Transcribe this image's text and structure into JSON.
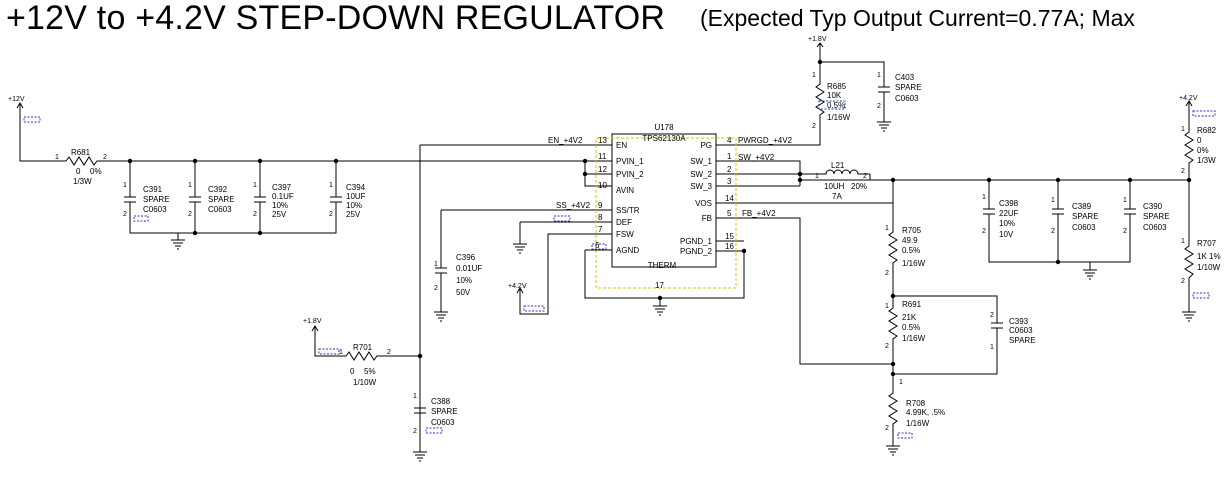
{
  "title": {
    "main": "+12V to +4.2V STEP-DOWN REGULATOR",
    "sub": "(Expected Typ Output Current=0.77A; Max"
  },
  "rails": {
    "v12": "+12V",
    "v18_top": "+1.8V",
    "v18_left": "+1.8V",
    "v42_right": "+4.2V",
    "v42_mid": "+4.2V"
  },
  "ic": {
    "ref": "U178",
    "part": "TPS62130A",
    "therm": "THERM",
    "left_pins": [
      {
        "num": "13",
        "name": "EN"
      },
      {
        "num": "11",
        "name": "PVIN_1"
      },
      {
        "num": "12",
        "name": "PVIN_2"
      },
      {
        "num": "10",
        "name": "AVIN"
      },
      {
        "num": "9",
        "name": "SS/TR"
      },
      {
        "num": "8",
        "name": "DEF"
      },
      {
        "num": "7",
        "name": "FSW"
      },
      {
        "num": "6",
        "name": "AGND"
      }
    ],
    "right_pins": [
      {
        "num": "4",
        "name": "PG"
      },
      {
        "num": "1",
        "name": "SW_1"
      },
      {
        "num": "2",
        "name": "SW_2"
      },
      {
        "num": "3",
        "name": "SW_3"
      },
      {
        "num": "14",
        "name": "VOS"
      },
      {
        "num": "5",
        "name": "FB"
      },
      {
        "num": "15",
        "name": "PGND_1"
      },
      {
        "num": "16",
        "name": "PGND_2"
      }
    ],
    "therm_pin": "17"
  },
  "nets": {
    "en": "EN_+4V2",
    "pwrgd": "PWRGD_+4V2",
    "sw": "SW_+4V2",
    "ss": "SS_+4V2",
    "fb": "FB_+4V2"
  },
  "parts": {
    "r681": {
      "ref": "R681",
      "v1": "0",
      "v2": "0%",
      "v3": "1/3W",
      "p1": "1",
      "p2": "2"
    },
    "c391": {
      "ref": "C391",
      "v1": "SPARE",
      "v2": "C0603",
      "p1": "1",
      "p2": "2"
    },
    "c392": {
      "ref": "C392",
      "v1": "SPARE",
      "v2": "C0603",
      "p1": "1",
      "p2": "2"
    },
    "c397": {
      "ref": "C397",
      "v1": "0.1UF",
      "v2": "10%",
      "v3": "25V",
      "p1": "1",
      "p2": "2"
    },
    "c394": {
      "ref": "C394",
      "v1": "10UF",
      "v2": "10%",
      "v3": "25V",
      "p1": "1",
      "p2": "2"
    },
    "r685": {
      "ref": "R685",
      "v1": "10K",
      "v2": "0.5%",
      "v3": "1/16W",
      "p1": "1",
      "p2": "2"
    },
    "c403": {
      "ref": "C403",
      "v1": "SPARE",
      "v2": "C0603",
      "p1": "1",
      "p2": "2"
    },
    "r682": {
      "ref": "R682",
      "v1": "0",
      "v2": "0%",
      "v3": "1/3W",
      "p1": "1",
      "p2": "2"
    },
    "l21": {
      "ref": "L21",
      "v1": "10UH",
      "v2": "20%",
      "v3": "7A",
      "p1": "1",
      "p2": "2"
    },
    "c398": {
      "ref": "C398",
      "v1": "22UF",
      "v2": "10%",
      "v3": "10V",
      "p1": "1",
      "p2": "2"
    },
    "c389": {
      "ref": "C389",
      "v1": "SPARE",
      "v2": "C0603",
      "p1": "1",
      "p2": "2"
    },
    "c390": {
      "ref": "C390",
      "v1": "SPARE",
      "v2": "C0603",
      "p1": "1",
      "p2": "2"
    },
    "r707": {
      "ref": "R707",
      "v1": "1K 1%",
      "v2": "1/10W",
      "p1": "1",
      "p2": "2"
    },
    "r705": {
      "ref": "R705",
      "v1": "49.9",
      "v2": "0.5%",
      "v3": "1/16W",
      "p1": "1",
      "p2": "2"
    },
    "r691": {
      "ref": "R691",
      "v1": "21K",
      "v2": "0.5%",
      "v3": "1/16W",
      "p1": "1",
      "p2": "2"
    },
    "c393": {
      "ref": "C393",
      "v1": "C0603",
      "v2": "SPARE",
      "p1": "2",
      "p2": "1"
    },
    "r708": {
      "ref": "R708",
      "v1": "4.99K, .5%",
      "v2": "1/16W",
      "p1": "1",
      "p2": "2"
    },
    "c396": {
      "ref": "C396",
      "v1": "0.01UF",
      "v2": "10%",
      "v3": "50V",
      "p1": "1",
      "p2": "2"
    },
    "r701": {
      "ref": "R701",
      "v1": "0",
      "v2": "5%",
      "v3": "1/10W",
      "p1": "1",
      "p2": "2"
    },
    "c388": {
      "ref": "C388",
      "v1": "SPARE",
      "v2": "C0603",
      "p1": "1",
      "p2": "2"
    }
  }
}
